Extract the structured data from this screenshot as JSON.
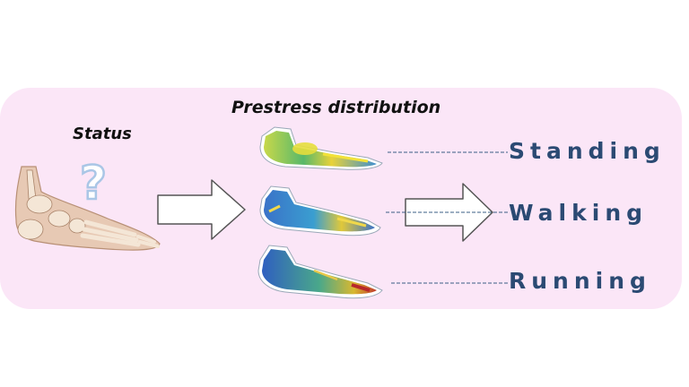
{
  "title": "Prestress distribution",
  "status_label": "Status",
  "question_mark": "?",
  "states": [
    "Standing",
    "Walking",
    "Running"
  ],
  "colors": {
    "panel_background": "#fbe6f7",
    "state_text": "#2b4a73",
    "arrow_fill": "#ffffff",
    "arrow_stroke": "#555555",
    "leader_line": "#3b5f86",
    "question_mark": "#aac6e6"
  },
  "icons": [
    "foot-bone-icon",
    "question-mark-icon",
    "right-arrow-icon"
  ]
}
